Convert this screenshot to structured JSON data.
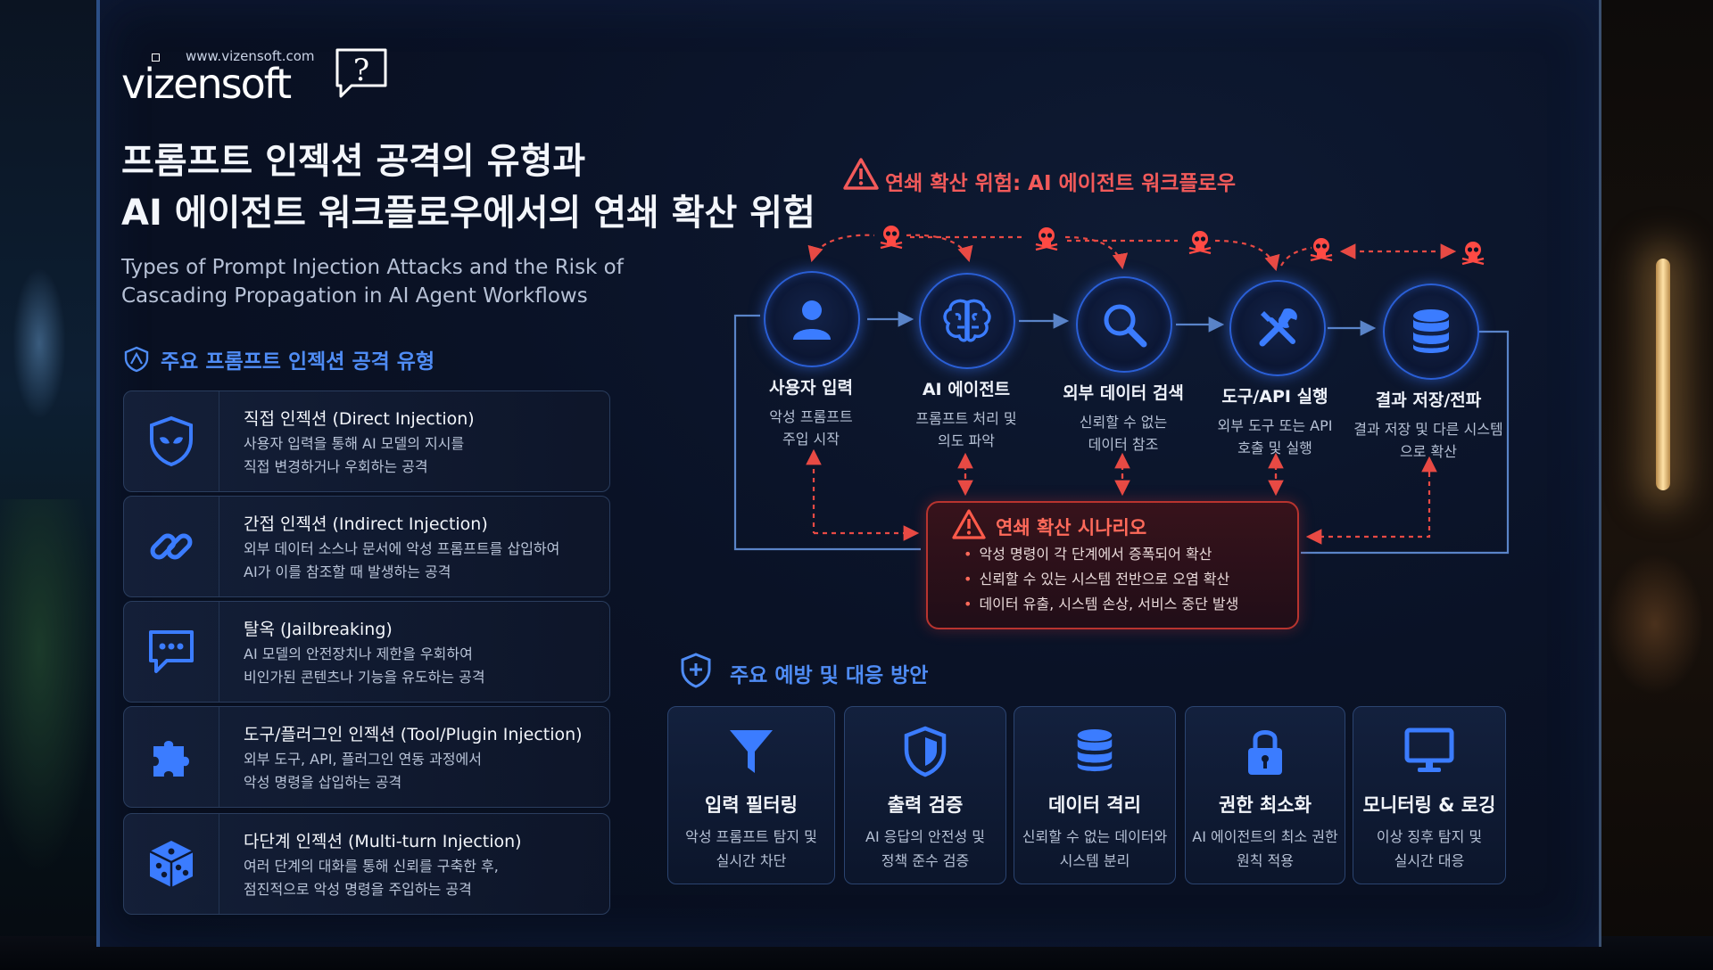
{
  "brand": {
    "url": "www.vizensoft.com",
    "logo_text": "vizensoft"
  },
  "title": {
    "line1": "프롬프트 인젝션 공격의 유형과",
    "line2": "AI 에이전트 워크플로우에서의 연쇄 확산 위험",
    "sub1": "Types of Prompt Injection Attacks and the Risk of",
    "sub2": "Cascading Propagation in AI Agent Workflows"
  },
  "attacks": {
    "heading": "주요 프롬프트 인젝션 공격 유형",
    "items": [
      {
        "icon": "shield-mask-icon",
        "title": "직접 인젝션 (Direct Injection)",
        "desc1": "사용자 입력을 통해 AI 모델의 지시를",
        "desc2": "직접 변경하거나 우회하는 공격"
      },
      {
        "icon": "link-icon",
        "title": "간접 인젝션 (Indirect Injection)",
        "desc1": "외부 데이터 소스나 문서에 악성 프롬프트를 삽입하여",
        "desc2": "AI가 이를 참조할 때 발생하는 공격"
      },
      {
        "icon": "chat-bubble-icon",
        "title": "탈옥 (Jailbreaking)",
        "desc1": "AI 모델의 안전장치나 제한을 우회하여",
        "desc2": "비인가된 콘텐츠나 기능을 유도하는 공격"
      },
      {
        "icon": "puzzle-icon",
        "title": "도구/플러그인 인젝션 (Tool/Plugin Injection)",
        "desc1": "외부 도구, API, 플러그인 연동 과정에서",
        "desc2": "악성 명령을 삽입하는 공격"
      },
      {
        "icon": "dice-icon",
        "title": "다단계 인젝션 (Multi-turn Injection)",
        "desc1": "여러 단계의 대화를 통해 신뢰를 구축한 후,",
        "desc2": "점진적으로 악성 명령을 주입하는 공격"
      }
    ]
  },
  "workflow": {
    "heading": "연쇄 확산 위험: AI 에이전트 워크플로우",
    "nodes": [
      {
        "icon": "user-icon",
        "name": "사용자 입력",
        "sub1": "악성 프롬프트",
        "sub2": "주입 시작"
      },
      {
        "icon": "brain-icon",
        "name": "AI 에이전트",
        "sub1": "프롬프트 처리 및",
        "sub2": "의도 파악"
      },
      {
        "icon": "search-icon",
        "name": "외부 데이터 검색",
        "sub1": "신뢰할 수 없는",
        "sub2": "데이터 참조"
      },
      {
        "icon": "tools-icon",
        "name": "도구/API 실행",
        "sub1": "외부 도구 또는 API",
        "sub2": "호출 및 실행"
      },
      {
        "icon": "database-icon",
        "name": "결과 저장/전파",
        "sub1": "결과 저장 및 다른 시스템",
        "sub2": "으로 확산"
      }
    ],
    "scenario": {
      "title": "연쇄 확산 시나리오",
      "bullets": [
        "악성 명령이 각 단계에서 증폭되어 확산",
        "신뢰할 수 있는 시스템 전반으로 오염 확산",
        "데이터 유출, 시스템 손상, 서비스 중단 발생"
      ]
    },
    "colors": {
      "node_ring": "#2a5fd6",
      "danger": "#f25a5a"
    }
  },
  "prevention": {
    "heading": "주요 예방 및 대응 방안",
    "items": [
      {
        "icon": "filter-icon",
        "title": "입력 필터링",
        "desc1": "악성 프롬프트 탐지 및",
        "desc2": "실시간 차단"
      },
      {
        "icon": "shield-check-icon",
        "title": "출력 검증",
        "desc1": "AI 응답의 안전성 및",
        "desc2": "정책 준수 검증"
      },
      {
        "icon": "database-icon",
        "title": "데이터 격리",
        "desc1": "신뢰할 수 없는 데이터와",
        "desc2": "시스템 분리"
      },
      {
        "icon": "lock-icon",
        "title": "권한 최소화",
        "desc1": "AI 에이전트의 최소 권한",
        "desc2": "원칙 적용"
      },
      {
        "icon": "monitor-icon",
        "title": "모니터링 & 로깅",
        "desc1": "이상 징후 탐지 및",
        "desc2": "실시간 대응"
      }
    ]
  }
}
